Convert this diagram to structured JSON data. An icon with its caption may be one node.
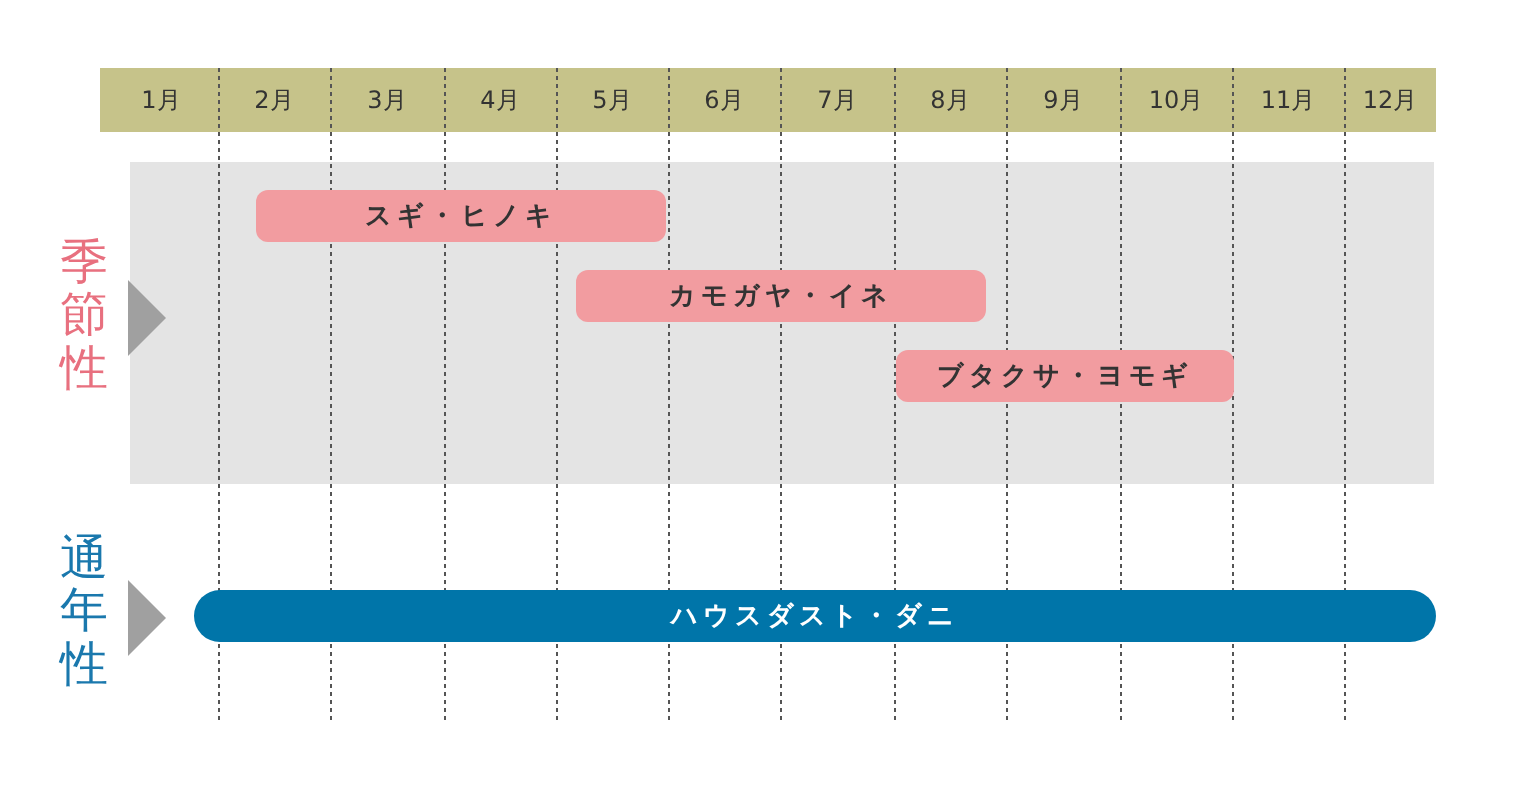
{
  "diagram": {
    "nodes": [
      {
        "text": [],
        "shape": "box"
      },
      {
        "text": [
          "スギ・ヒノキ"
        ],
        "in": 0
      },
      {
        "text": [
          "カモガヤ・イネ"
        ],
        "in": 0
      },
      {
        "text": [
          "ブタクサ・ヨモギ"
        ],
        "in": 0
      },
      {
        "text": [
          "ハウスダスト・ダニ"
        ]
      }
    ],
    "labels": [
      "1月",
      "2月",
      "3月",
      "4月",
      "5月",
      "6月",
      "7月",
      "8月",
      "9月",
      "10月",
      "11月",
      "12月",
      "季節性",
      "通年性"
    ]
  }
}
